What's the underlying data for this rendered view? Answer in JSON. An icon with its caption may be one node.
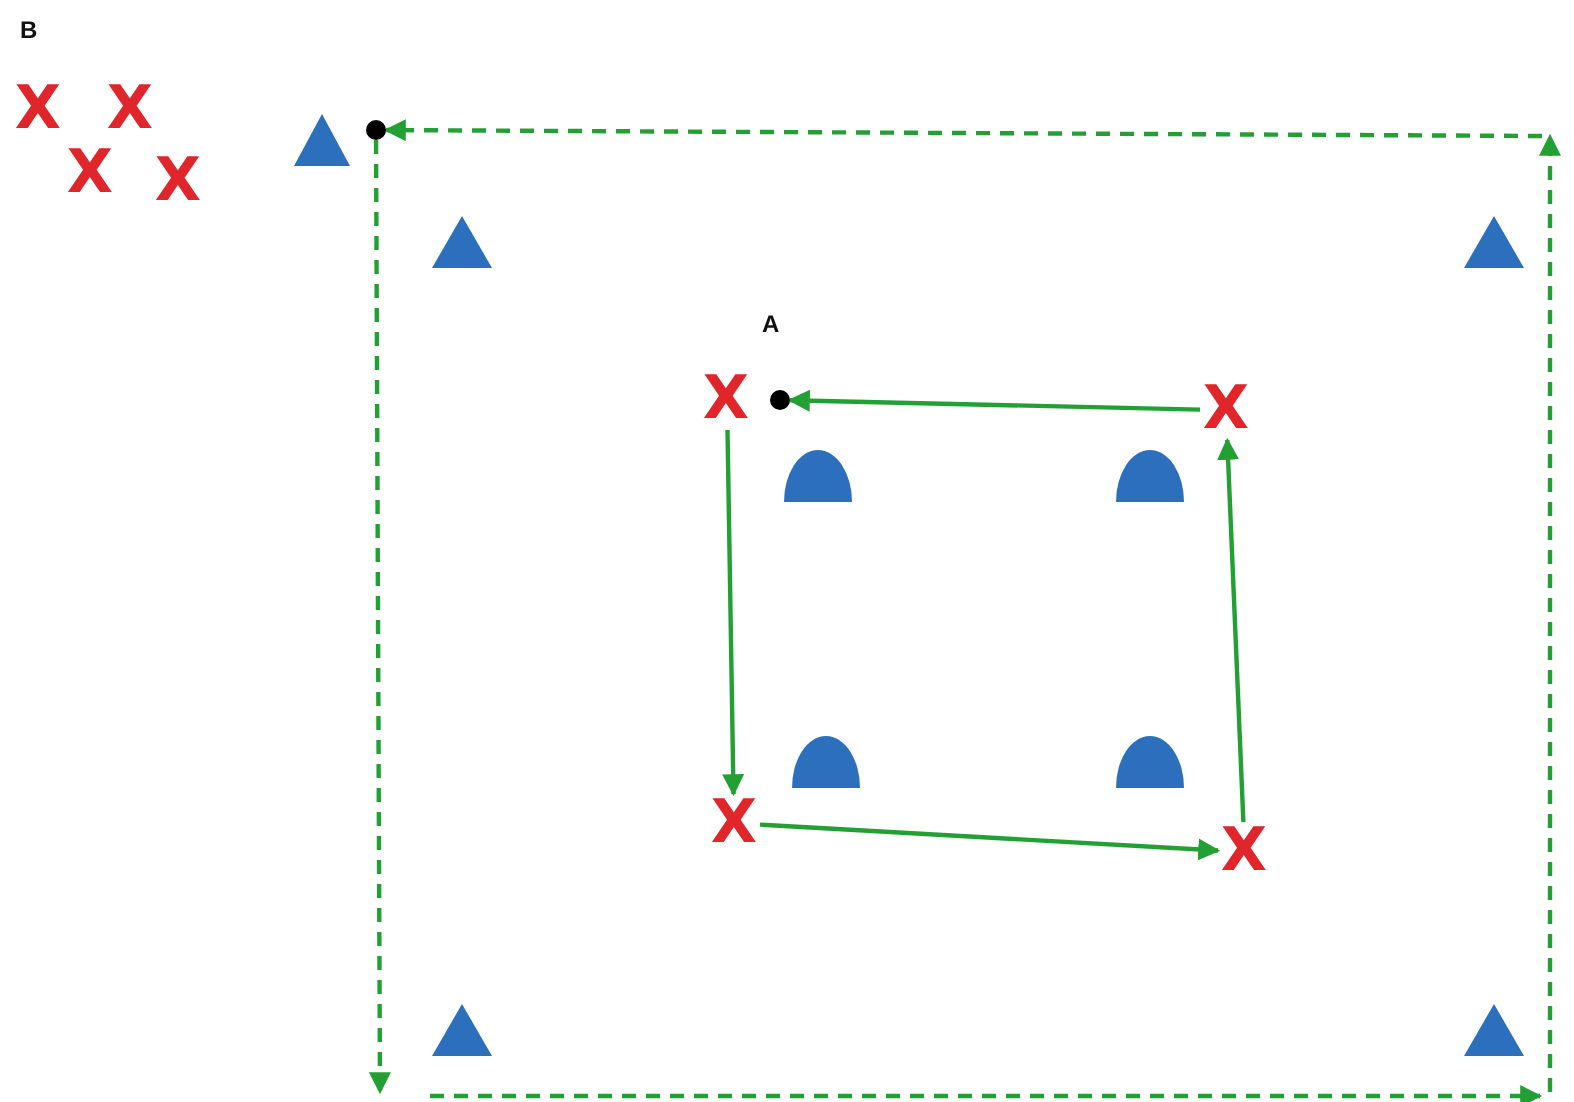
{
  "diagram": {
    "nodes": [
      {
        "text": [
          "X"
        ]
      },
      {
        "text": [
          "X"
        ]
      },
      {
        "text": [],
        "shape": "triangle"
      },
      {
        "text": [],
        "shape": "circle"
      },
      {
        "text": [
          "X"
        ]
      },
      {
        "text": [
          "X"
        ]
      },
      {
        "text": [],
        "shape": "triangle"
      },
      {
        "text": [],
        "shape": "triangle"
      },
      {
        "text": [
          "X"
        ]
      },
      {
        "text": [],
        "shape": "circle"
      },
      {
        "text": [
          "X"
        ]
      },
      {
        "text": [],
        "shape": "semicircle"
      },
      {
        "text": [],
        "shape": "semicircle"
      },
      {
        "text": [],
        "shape": "semicircle"
      },
      {
        "text": [],
        "shape": "semicircle"
      },
      {
        "text": [
          "X"
        ]
      },
      {
        "text": [
          "X"
        ]
      },
      {
        "text": [],
        "shape": "triangle"
      },
      {
        "text": [],
        "shape": "triangle"
      }
    ],
    "edges": [
      {
        "from": null,
        "to": 3,
        "arrow": "to",
        "style": "dashed"
      },
      {
        "from": 3,
        "to": null,
        "arrow": "to",
        "style": "dashed"
      },
      {
        "from": 17,
        "to": 18,
        "arrow": "to",
        "style": "dashed"
      },
      {
        "from": 18,
        "to": null,
        "arrow": "to",
        "style": "dashed"
      },
      {
        "from": 10,
        "to": 9,
        "arrow": "to"
      },
      {
        "from": 8,
        "to": 15,
        "arrow": "to"
      },
      {
        "from": 15,
        "to": 16,
        "arrow": "to"
      },
      {
        "from": 16,
        "to": 10,
        "arrow": "to"
      }
    ],
    "labels": [
      "B",
      "A"
    ]
  }
}
